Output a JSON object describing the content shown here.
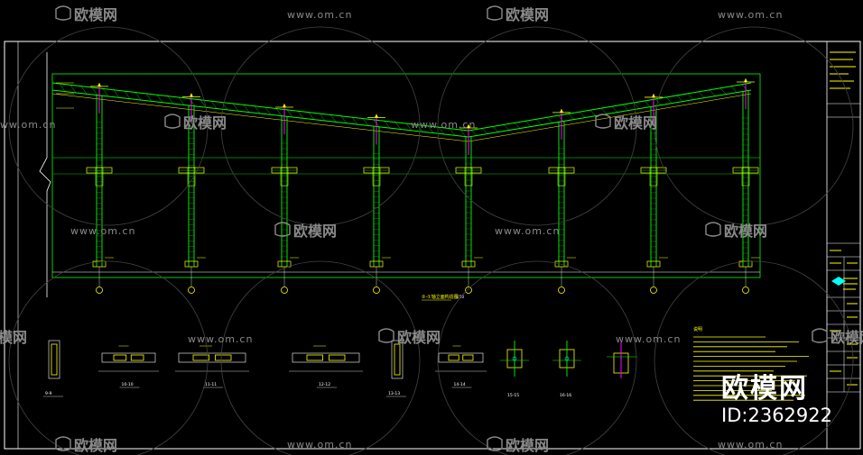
{
  "drawing": {
    "main_view_title": "②-①轴立面构造图",
    "scale": "1:50",
    "grid_count": 8,
    "notes_title": "说明",
    "sections": [
      {
        "label": "9-9"
      },
      {
        "label": "10-10"
      },
      {
        "label": "11-11"
      },
      {
        "label": "12-12"
      },
      {
        "label": "13-13"
      },
      {
        "label": "14-14"
      }
    ],
    "nodes": [
      {
        "label": "15-15"
      },
      {
        "label": "16-16"
      }
    ]
  },
  "watermark": {
    "brand": "欧模网",
    "url": "www.om.cn",
    "id_text": "ID:2362922"
  },
  "colors": {
    "background": "#000000",
    "frame": "#ffffff",
    "structure": "#00ff00",
    "accent": "#ffff00",
    "magenta": "#ff00ff",
    "cyan": "#00ffff",
    "watermark": "#8a8a8a"
  }
}
